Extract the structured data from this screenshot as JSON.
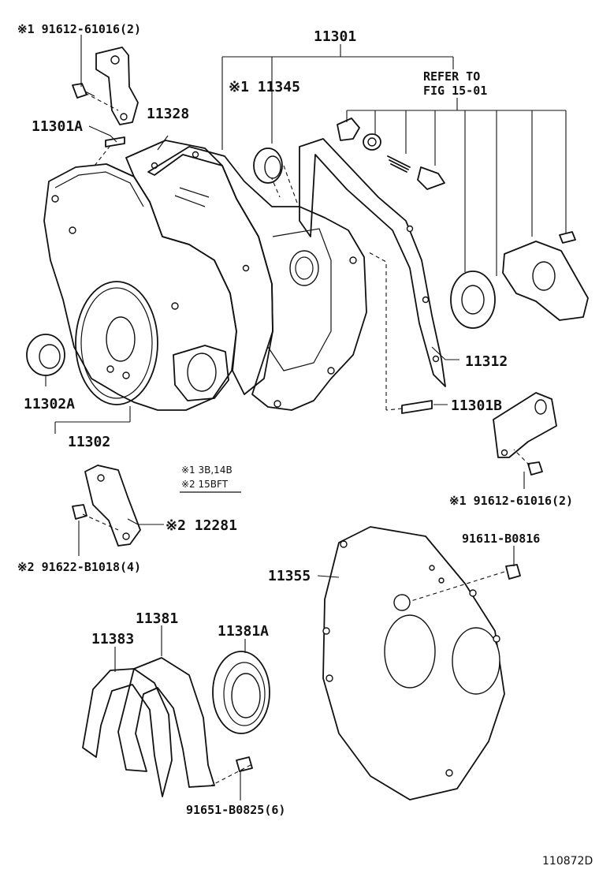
{
  "diagram": {
    "figure_code": "110872D",
    "legend": {
      "note1": "※1 3B,14B",
      "note2": "※2 15BFT"
    },
    "labels": {
      "p11301": "11301",
      "refer_to": "REFER TO",
      "fig": "FIG 15-01",
      "p91612_top": "※1 91612-61016(2)",
      "p11345": "※1 11345",
      "p11301A": "11301A",
      "p11328": "11328",
      "p11302A": "11302A",
      "p11302": "11302",
      "p11312": "11312",
      "p11301B": "11301B",
      "p91612_right": "※1 91612-61016(2)",
      "p12281": "※2 12281",
      "p91622": "※2 91622-B1018(4)",
      "p91611": "91611-B0816",
      "p11355": "11355",
      "p11381": "11381",
      "p11383": "11383",
      "p11381A": "11381A",
      "p91651": "91651-B0825(6)"
    }
  }
}
